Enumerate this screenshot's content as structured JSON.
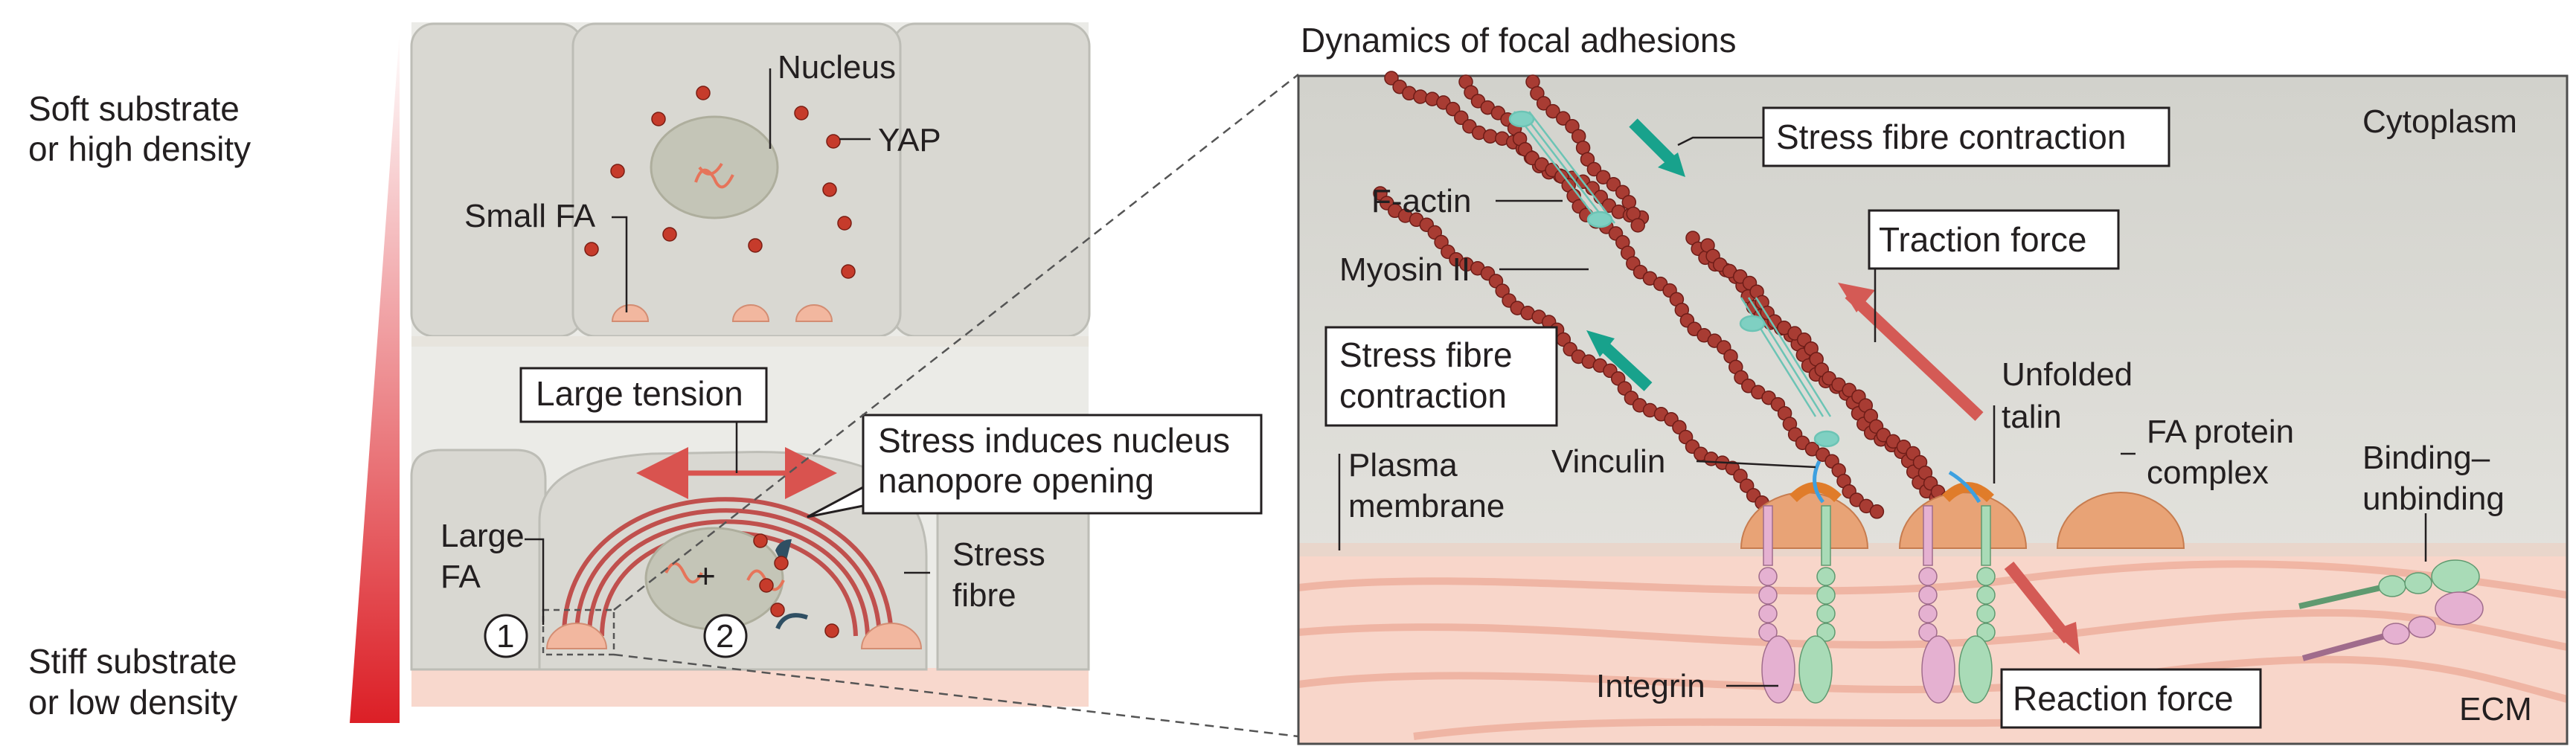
{
  "left_panel": {
    "soft_label": [
      "Soft substrate",
      "or high density"
    ],
    "stiff_label": [
      "Stiff substrate",
      "or low density"
    ],
    "top_cell": {
      "nucleus": "Nucleus",
      "yap": "YAP",
      "small_fa": "Small FA"
    },
    "bottom_cell": {
      "large_tension": "Large tension",
      "stress_callout": [
        "Stress induces nucleus",
        "nanopore opening"
      ],
      "large_fa": [
        "Large",
        "FA"
      ],
      "stress_fibre": [
        "Stress",
        "fibre"
      ],
      "marker_1": "1",
      "marker_2": "2",
      "plus": "+"
    }
  },
  "right_panel": {
    "title": "Dynamics of focal adhesions",
    "cytoplasm": "Cytoplasm",
    "ecm": "ECM",
    "stress_contraction_top": "Stress fibre contraction",
    "stress_contraction_left": [
      "Stress fibre",
      "contraction"
    ],
    "traction_force": "Traction force",
    "reaction_force": "Reaction force",
    "f_actin": "F-actin",
    "myosin": "Myosin II",
    "vinculin": "Vinculin",
    "unfolded_talin": [
      "Unfolded",
      "talin"
    ],
    "fa_complex": [
      "FA protein",
      "complex"
    ],
    "binding": [
      "Binding–",
      "unbinding"
    ],
    "plasma_membrane": [
      "Plasma",
      "membrane"
    ],
    "integrin": "Integrin"
  },
  "colors": {
    "cell_grey": "#d9d8d2",
    "fibre_red": "#c0504d",
    "teal": "#18a28c",
    "fa_orange": "#e8a376",
    "ecm_pink": "#f7d3c6"
  }
}
